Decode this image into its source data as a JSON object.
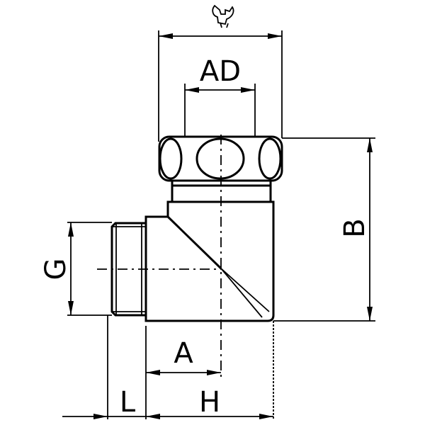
{
  "drawing": {
    "colors": {
      "line": "#000000",
      "background": "#ffffff"
    },
    "icon": "wrench-icon",
    "dimensions": {
      "across_flats": "AD",
      "height": "B",
      "thread": "G",
      "offset": "A",
      "thread_length": "L",
      "length": "H"
    }
  }
}
